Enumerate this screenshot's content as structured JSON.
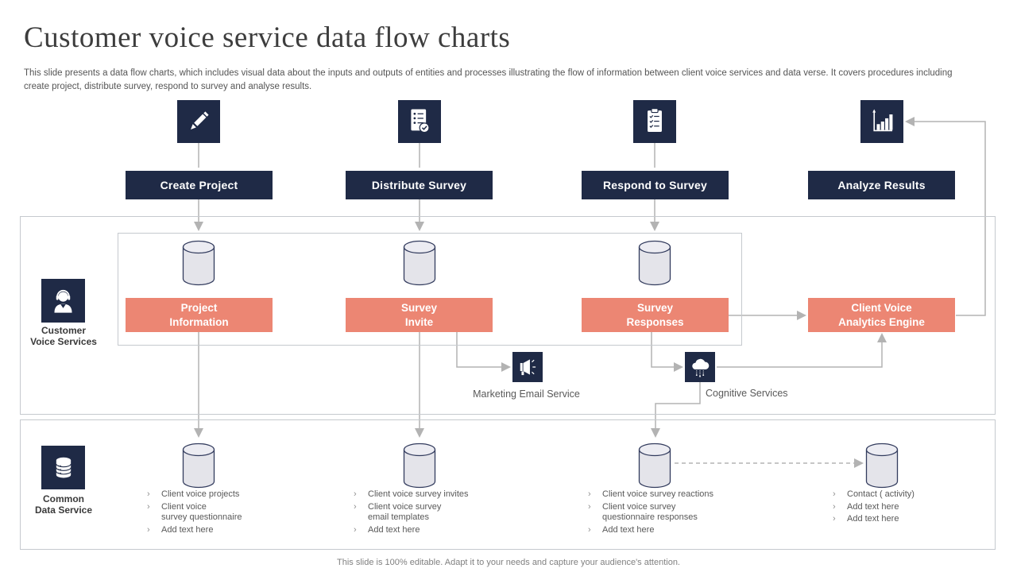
{
  "slide": {
    "title": "Customer voice service data flow charts",
    "description": "This slide presents a data flow charts, which includes visual data about the inputs and outputs of entities and processes illustrating the flow of information between client voice services and data verse. It covers procedures including create project, distribute survey, respond to survey and analyse results.",
    "footer": "This slide is 100% editable. Adapt it to your needs and capture your audience's attention."
  },
  "colors": {
    "navy": "#1f2a46",
    "salmon": "#ec8673",
    "connector_gray": "#b3b3b3",
    "box_border_gray": "#c5c9ce",
    "cylinder_fill": "#e4e4ea"
  },
  "ui": {
    "bullet": "›"
  },
  "stages": [
    {
      "label": "Create Project",
      "icon": "pencil-icon"
    },
    {
      "label": "Distribute Survey",
      "icon": "survey-checklist-icon"
    },
    {
      "label": "Respond to Survey",
      "icon": "clipboard-check-icon"
    },
    {
      "label": "Analyze Results",
      "icon": "bar-chart-icon"
    }
  ],
  "lanes": [
    {
      "label": "Customer\nVoice Services",
      "icon": "person-headset-icon"
    },
    {
      "label": "Common\nData Service",
      "icon": "database-icon"
    }
  ],
  "processes": [
    {
      "label": "Project\nInformation"
    },
    {
      "label": "Survey\nInvite"
    },
    {
      "label": "Survey\nResponses"
    },
    {
      "label": "Client Voice\nAnalytics Engine"
    }
  ],
  "services": {
    "marketing_email": {
      "label": "Marketing Email Service",
      "icon": "megaphone-icon"
    },
    "cognitive": {
      "label": "Cognitive Services",
      "icon": "cloud-icon"
    }
  },
  "data_lists": [
    {
      "items": [
        "Client voice projects",
        "Client voice\nsurvey questionnaire",
        "Add text here"
      ]
    },
    {
      "items": [
        "Client voice survey invites",
        "Client voice survey\nemail templates",
        "Add text here"
      ]
    },
    {
      "items": [
        "Client voice survey reactions",
        "Client voice survey\nquestionnaire responses",
        "Add text here"
      ]
    },
    {
      "items": [
        "Contact ( activity)",
        "Add text here",
        "Add text here"
      ]
    }
  ]
}
